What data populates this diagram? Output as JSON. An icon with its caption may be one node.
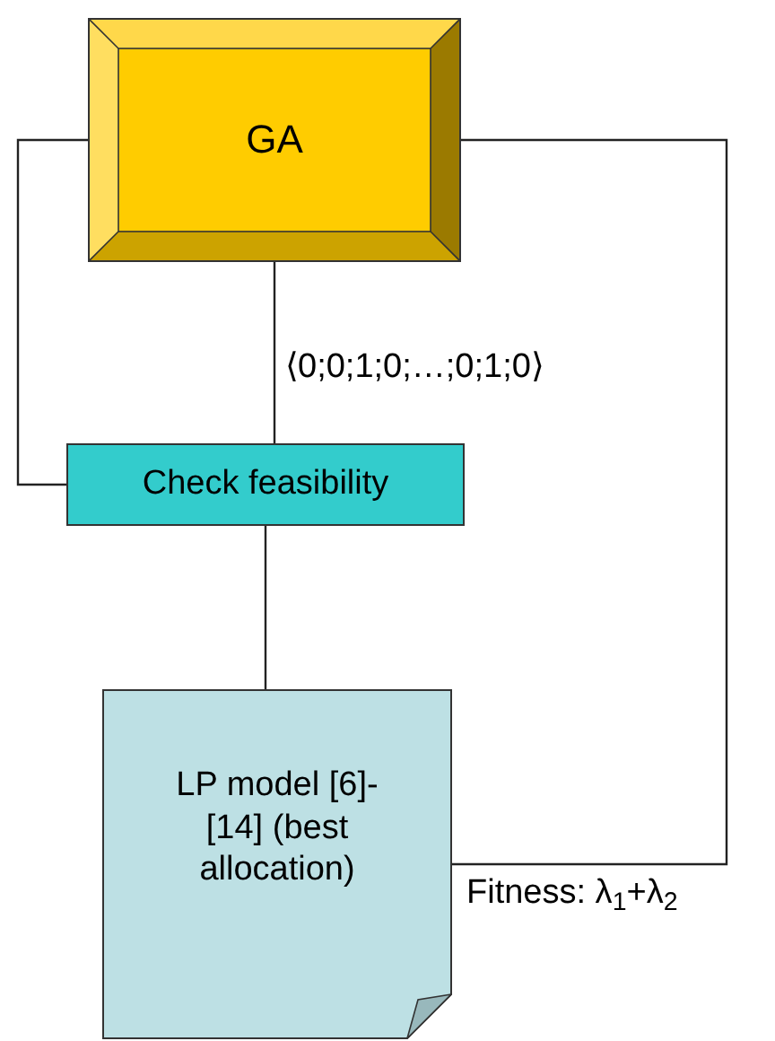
{
  "diagram": {
    "nodes": [
      {
        "text": [
          "GA"
        ]
      },
      {
        "text": [
          "Check feasibility"
        ]
      },
      {
        "text": [
          "LP model [6]-[14] (best allocation)"
        ]
      }
    ],
    "edges": [
      {
        "from": 0,
        "to": 1,
        "arrow": "none",
        "label": "⟨0;0;1;0;…;0;1;0⟩"
      },
      {
        "from": 0,
        "to": 1,
        "arrow": "none"
      },
      {
        "from": 1,
        "to": 2,
        "arrow": "none"
      },
      {
        "from": 2,
        "to": 0,
        "arrow": "none",
        "label": "Fitness: λ$_{1}$+λ$_{2}$"
      }
    ]
  }
}
